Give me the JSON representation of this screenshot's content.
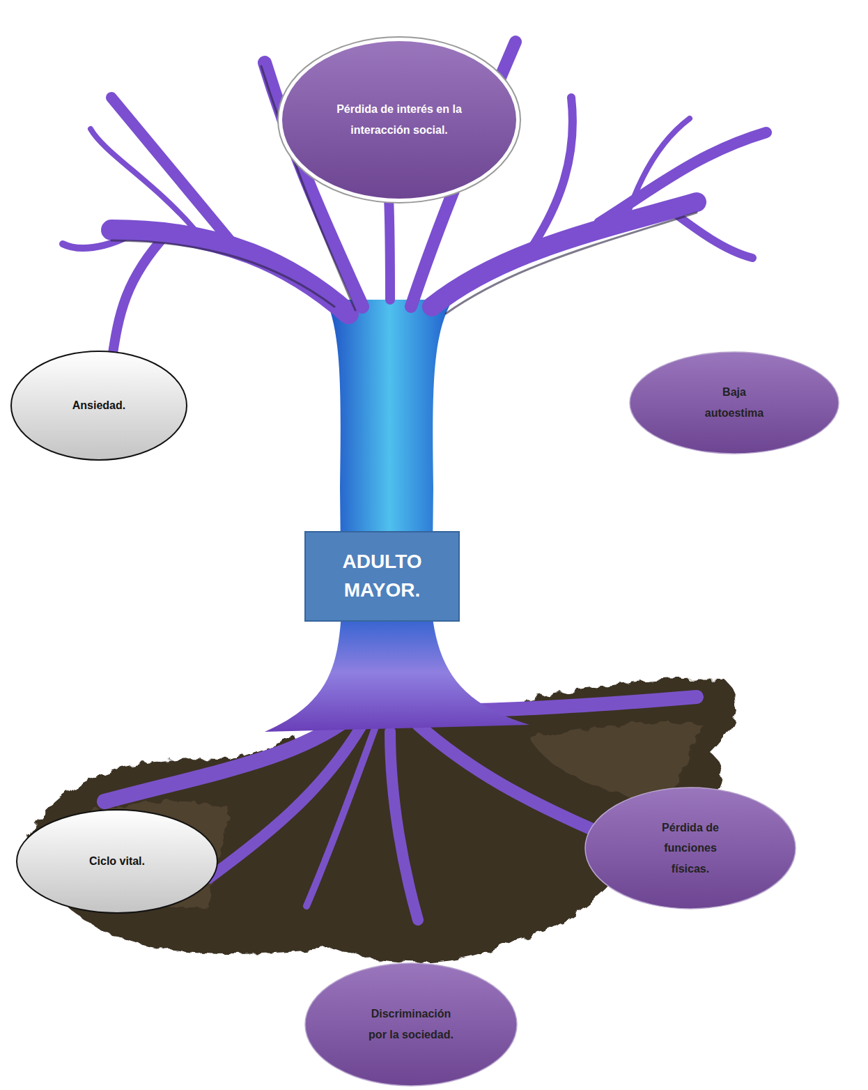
{
  "diagram": {
    "nodes": [
      {
        "text": [
          "Pérdida de interés en la interacción social."
        ]
      },
      {
        "text": [
          "Ansiedad."
        ]
      },
      {
        "text": [
          "Baja autoestima"
        ]
      },
      {
        "text": [
          "ADULTO MAYOR."
        ]
      },
      {
        "text": [
          "Ciclo vital."
        ]
      },
      {
        "text": [
          "Pérdida de funciones físicas."
        ]
      },
      {
        "text": [
          "Discriminación por la sociedad."
        ]
      }
    ]
  }
}
